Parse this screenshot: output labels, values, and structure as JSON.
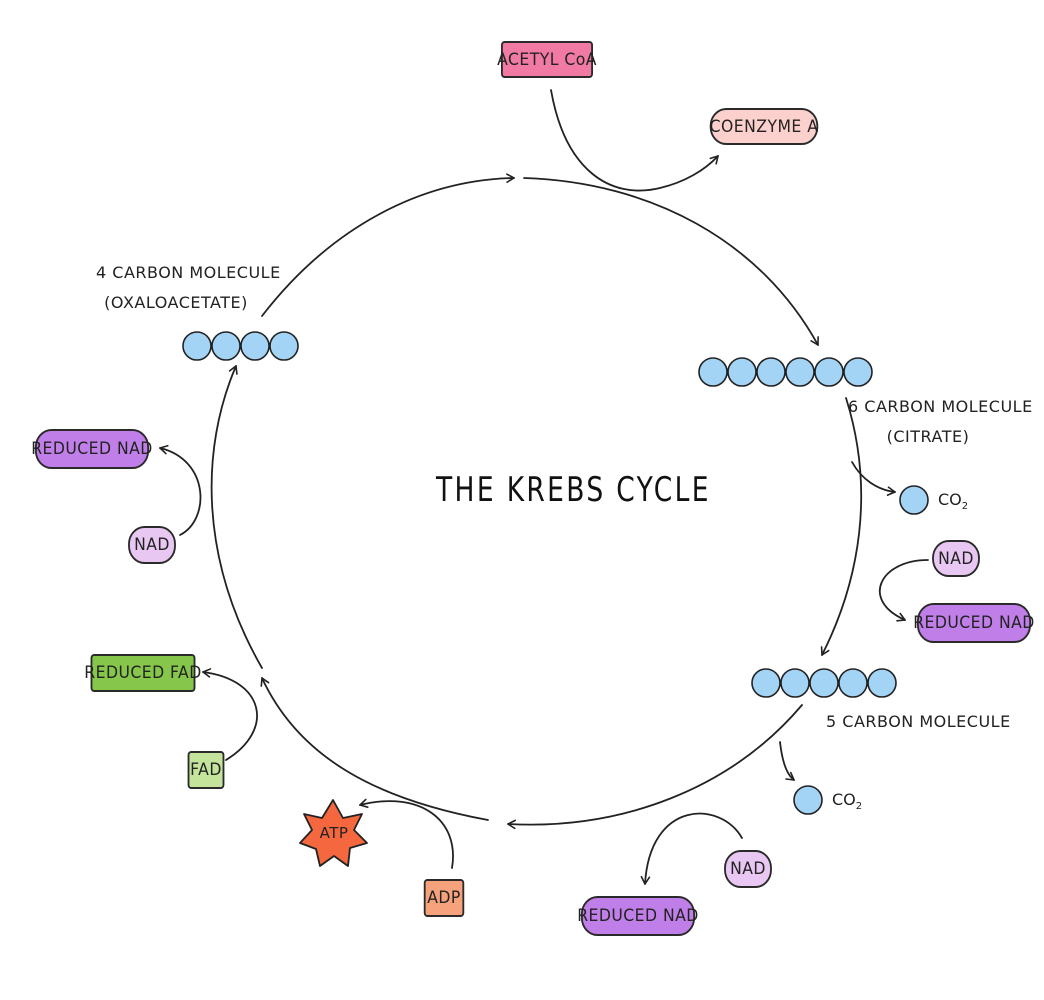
{
  "title": "THE KREBS CYCLE",
  "inputs": {
    "acetyl_coa": "ACETYL CoA",
    "coenzyme_a": "COENZYME A"
  },
  "molecules": {
    "four_carbon": {
      "line1": "4 CARBON MOLECULE",
      "line2": "(OXALOACETATE)"
    },
    "six_carbon": {
      "line1": "6 CARBON MOLECULE",
      "line2": "(CITRATE)"
    },
    "five_carbon": {
      "line1": "5 CARBON MOLECULE"
    }
  },
  "co2": {
    "text": "CO",
    "subscript": "2"
  },
  "step_1_nad": {
    "input": "NAD",
    "output": "REDUCED NAD"
  },
  "step_2_nad": {
    "input": "NAD",
    "output": "REDUCED NAD"
  },
  "step_3_atp": {
    "input": "ADP",
    "output": "ATP"
  },
  "step_4_fad": {
    "input": "FAD",
    "output": "REDUCED FAD"
  },
  "step_5_nad": {
    "input": "NAD",
    "output": "REDUCED NAD"
  },
  "colors": {
    "carbon": "#a3d3f5",
    "acetyl_coa": "#f07aa3",
    "coenzyme_a": "#fcd0cc",
    "nad": "#e8c8f2",
    "reduced_nad": "#c07fe8",
    "reduced_fad": "#86c64a",
    "fad": "#c4e49c",
    "adp": "#f6a27c",
    "atp": "#f4673f"
  }
}
